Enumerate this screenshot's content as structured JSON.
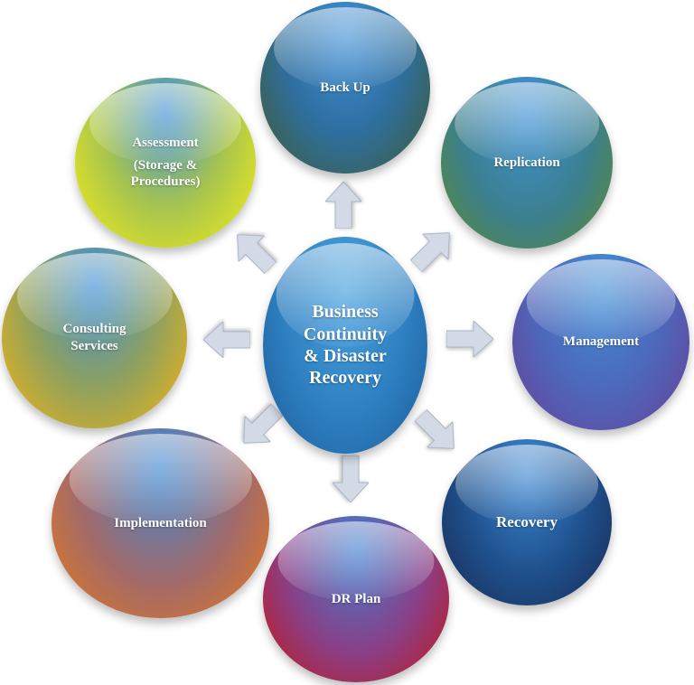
{
  "center": {
    "lines": [
      "Business",
      "Continuity",
      "& Disaster",
      "Recovery"
    ]
  },
  "nodes": {
    "backup": {
      "label": "Back Up"
    },
    "replication": {
      "label": "Replication"
    },
    "management": {
      "label": "Management"
    },
    "recovery": {
      "label": "Recovery"
    },
    "drplan": {
      "label": "DR Plan"
    },
    "implementation": {
      "label": "Implementation"
    },
    "consulting": {
      "lines": [
        "Consulting",
        "Services"
      ]
    },
    "assessment": {
      "lines": [
        "Assessment",
        "(Storage &",
        "Procedures)"
      ]
    }
  },
  "colors": {
    "arrow_fill": "#d3dae6",
    "arrow_stroke": "#aab5c6"
  }
}
